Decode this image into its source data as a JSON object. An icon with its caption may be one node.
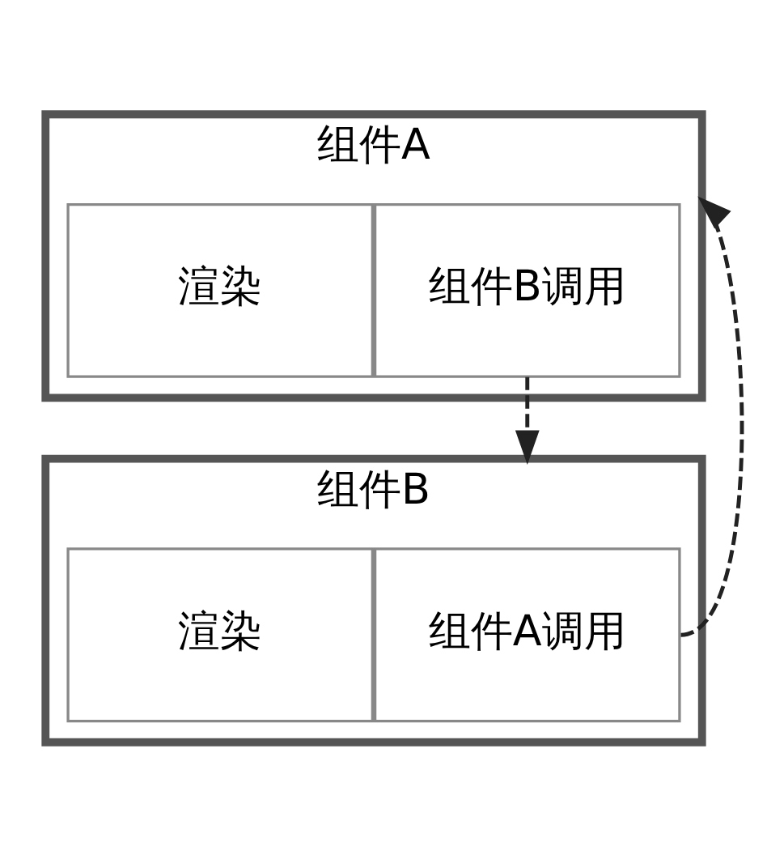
{
  "diagram": {
    "nodes": [
      {
        "text": [
          "组件A"
        ]
      },
      {
        "text": [
          "渲染"
        ],
        "in": 0
      },
      {
        "text": [
          "组件B调用"
        ],
        "in": 0
      },
      {
        "text": [
          "组件B"
        ]
      },
      {
        "text": [
          "渲染"
        ],
        "in": 3
      },
      {
        "text": [
          "组件A调用"
        ],
        "in": 3
      }
    ],
    "edges": [
      {
        "from": 2,
        "to": 3,
        "arrow": "to",
        "style": "dashed"
      },
      {
        "from": 5,
        "to": 0,
        "arrow": "to",
        "style": "dashed"
      }
    ]
  }
}
